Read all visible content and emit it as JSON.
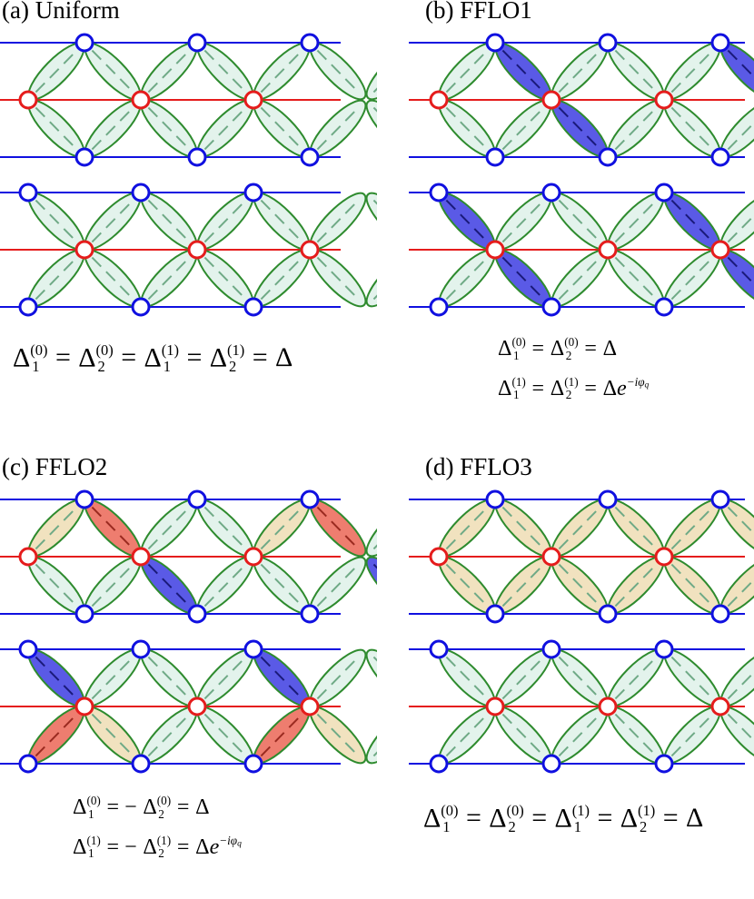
{
  "panels": [
    {
      "title": "(a) Uniform",
      "equations": [
        [
          {
            "base": "Δ",
            "sup": "(0)",
            "sub": "1"
          },
          {
            "op": "="
          },
          {
            "base": "Δ",
            "sup": "(0)",
            "sub": "2"
          },
          {
            "op": "="
          },
          {
            "base": "Δ",
            "sup": "(1)",
            "sub": "1"
          },
          {
            "op": "="
          },
          {
            "base": "Δ",
            "sup": "(1)",
            "sub": "2"
          },
          {
            "op": "="
          },
          {
            "base": "Δ"
          }
        ]
      ],
      "blocks": [
        {
          "upper": [
            "L",
            "L",
            "L",
            "L",
            "L",
            "L",
            "L",
            "L"
          ],
          "lower": [
            "L",
            "L",
            "L",
            "L",
            "L",
            "L",
            "L",
            "L"
          ]
        },
        {
          "upper": [
            "L",
            "L",
            "L",
            "L",
            "L",
            "L",
            "L",
            "L"
          ],
          "lower": [
            "L",
            "L",
            "L",
            "L",
            "L",
            "L",
            "L",
            "L"
          ]
        }
      ]
    },
    {
      "title": "(b) FFLO1",
      "equations": [
        [
          {
            "base": "Δ",
            "sup": "(0)",
            "sub": "1"
          },
          {
            "op": "="
          },
          {
            "base": "Δ",
            "sup": "(0)",
            "sub": "2"
          },
          {
            "op": "="
          },
          {
            "base": "Δ"
          }
        ],
        [
          {
            "base": "Δ",
            "sup": "(1)",
            "sub": "1"
          },
          {
            "op": "="
          },
          {
            "base": "Δ",
            "sup": "(1)",
            "sub": "2"
          },
          {
            "op": "="
          },
          {
            "base": "Δ"
          },
          {
            "base": "e",
            "sup": "−iφ",
            "supsub": "q"
          }
        ]
      ],
      "blocks": [
        {
          "upper": [
            "L",
            "B",
            "L",
            "L",
            "L",
            "B",
            "L",
            "L"
          ],
          "lower": [
            "L",
            "L",
            "B",
            "L",
            "L",
            "L",
            "B",
            "L"
          ]
        },
        {
          "upper": [
            "B",
            "L",
            "L",
            "L",
            "B",
            "L",
            "L",
            "L"
          ],
          "lower": [
            "L",
            "B",
            "L",
            "L",
            "L",
            "B",
            "L",
            "L"
          ]
        }
      ]
    },
    {
      "title": "(c) FFLO2",
      "equations": [
        [
          {
            "base": "Δ",
            "sup": "(0)",
            "sub": "1"
          },
          {
            "op": "= −"
          },
          {
            "base": "Δ",
            "sup": "(0)",
            "sub": "2"
          },
          {
            "op": "="
          },
          {
            "base": "Δ"
          }
        ],
        [
          {
            "base": "Δ",
            "sup": "(1)",
            "sub": "1"
          },
          {
            "op": "= −"
          },
          {
            "base": "Δ",
            "sup": "(1)",
            "sub": "2"
          },
          {
            "op": "="
          },
          {
            "base": "Δ"
          },
          {
            "base": "e",
            "sup": "−iφ",
            "supsub": "q"
          }
        ]
      ],
      "blocks": [
        {
          "upper": [
            "T",
            "R",
            "L",
            "L",
            "T",
            "R",
            "L",
            "L"
          ],
          "lower": [
            "L",
            "L",
            "B",
            "L",
            "L",
            "L",
            "B",
            "L"
          ]
        },
        {
          "upper": [
            "B",
            "L",
            "L",
            "L",
            "B",
            "L",
            "L",
            "L"
          ],
          "lower": [
            "R",
            "T",
            "L",
            "L",
            "R",
            "T",
            "L",
            "L"
          ]
        }
      ]
    },
    {
      "title": "(d) FFLO3",
      "equations": [
        [
          {
            "base": "Δ",
            "sup": "(0)",
            "sub": "1"
          },
          {
            "op": "="
          },
          {
            "base": "Δ",
            "sup": "(0)",
            "sub": "2"
          },
          {
            "op": "="
          },
          {
            "base": "Δ",
            "sup": "(1)",
            "sub": "1"
          },
          {
            "op": "="
          },
          {
            "base": "Δ",
            "sup": "(1)",
            "sub": "2"
          },
          {
            "op": "="
          },
          {
            "base": "Δ"
          }
        ]
      ],
      "blocks": [
        {
          "upper": [
            "T",
            "T",
            "T",
            "T",
            "T",
            "T",
            "T",
            "T"
          ],
          "lower": [
            "T",
            "T",
            "T",
            "T",
            "T",
            "T",
            "T",
            "T"
          ]
        },
        {
          "upper": [
            "L",
            "L",
            "L",
            "L",
            "L",
            "L",
            "L",
            "L"
          ],
          "lower": [
            "L",
            "L",
            "L",
            "L",
            "L",
            "L",
            "L",
            "L"
          ]
        }
      ]
    }
  ],
  "colors": {
    "outer_chain": "#1010e0",
    "middle_chain": "#e51c1c",
    "bond_outline": "#2e8b2e",
    "L": "#e3f3ec",
    "B": "#5a5ae6",
    "R": "#ee7d6f",
    "T": "#f1e2bf"
  }
}
